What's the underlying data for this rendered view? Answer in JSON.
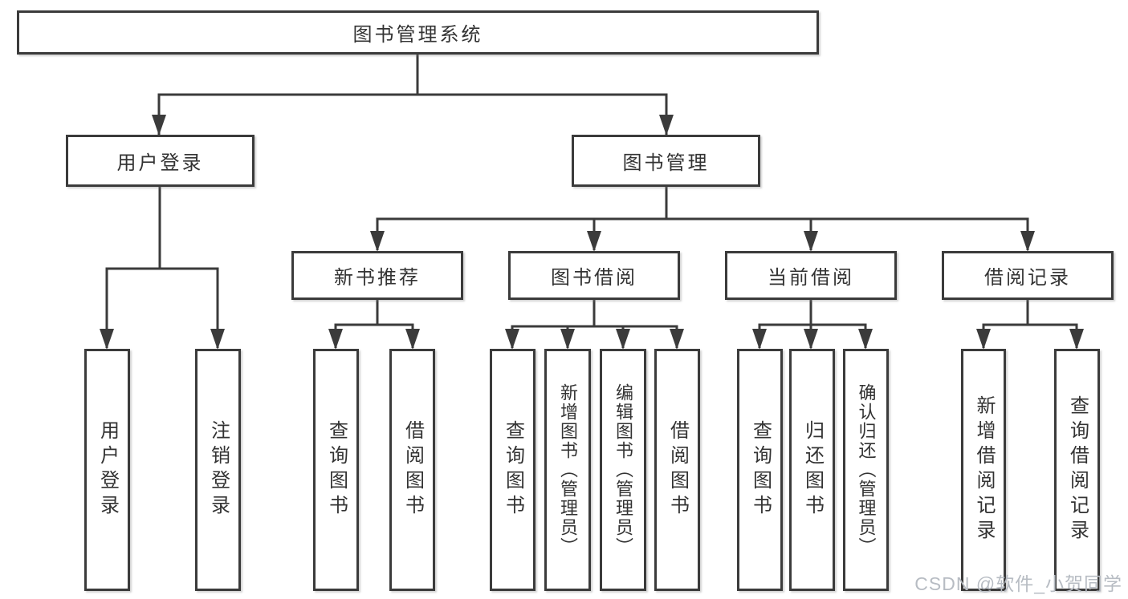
{
  "diagram_title": "图书管理系统",
  "tree": {
    "root": {
      "label": "图书管理系统",
      "children": [
        {
          "label": "用户登录",
          "children": [
            {
              "label": "用户登录"
            },
            {
              "label": "注销登录"
            }
          ]
        },
        {
          "label": "图书管理",
          "children": [
            {
              "label": "新书推荐",
              "children": [
                {
                  "label": "查询图书"
                },
                {
                  "label": "借阅图书"
                }
              ]
            },
            {
              "label": "图书借阅",
              "children": [
                {
                  "label": "查询图书"
                },
                {
                  "label": "新增图书（管理员）"
                },
                {
                  "label": "编辑图书（管理员）"
                },
                {
                  "label": "借阅图书"
                }
              ]
            },
            {
              "label": "当前借阅",
              "children": [
                {
                  "label": "查询图书"
                },
                {
                  "label": "归还图书"
                },
                {
                  "label": "确认归还（管理员）"
                }
              ]
            },
            {
              "label": "借阅记录",
              "children": [
                {
                  "label": "新增借阅记录"
                },
                {
                  "label": "查询借阅记录"
                }
              ]
            }
          ]
        }
      ]
    }
  },
  "watermark": "CSDN @软件_小贺同学",
  "colors": {
    "line": "#3b3b3b",
    "box_border": "#3b3b3b",
    "text": "#333333",
    "background": "#ffffff",
    "watermark": "#b7bcc3"
  }
}
